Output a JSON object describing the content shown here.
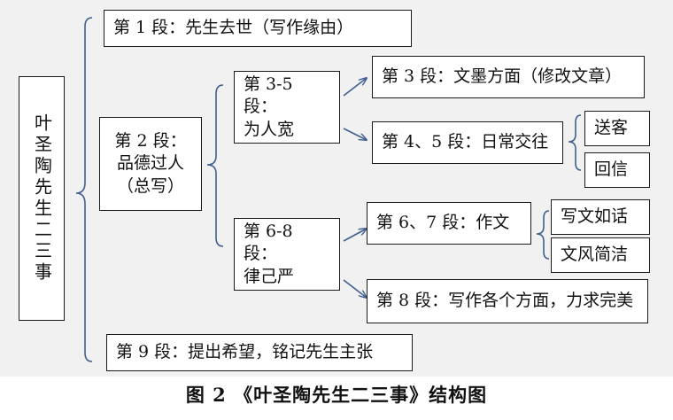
{
  "diagram": {
    "root": "叶圣陶先生二三事",
    "p1": "第 1 段：先生去世（写作缘由）",
    "p2": [
      "第 2 段：",
      "品德过人",
      "（总写）"
    ],
    "p3_5": [
      "第 3-5 段：",
      "为人宽"
    ],
    "p3": "第 3 段：文墨方面（修改文章）",
    "p4_5": "第 4、5 段：日常交往",
    "guest": "送客",
    "reply": "回信",
    "p6_8": [
      "第 6-8 段：",
      "律己严"
    ],
    "p6_7": "第 6、7 段：作文",
    "like_speech": "写文如话",
    "concise": "文风简洁",
    "p8": "第 8 段：写作各个方面，力求完美",
    "p9": "第 9 段：提出希望，铭记先生主张"
  },
  "caption": "图 2 《叶圣陶先生二三事》结构图",
  "colors": {
    "connector": "#3f5f8f",
    "border": "#1a1a1a",
    "background": "#f1f1f1"
  }
}
